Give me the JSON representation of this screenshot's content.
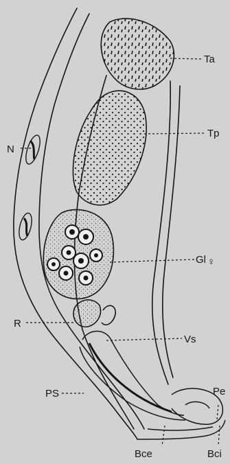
{
  "figure": {
    "background": "#d2d2d0",
    "ink": "#161616",
    "labels": {
      "ta": "Ta",
      "tp": "Tp",
      "n": "N",
      "gl": "Gl",
      "gl_symbol": "♀",
      "r": "R",
      "vs": "Vs",
      "pe": "Pe",
      "ps": "PS",
      "bce": "Bce",
      "bci": "Bci"
    }
  }
}
